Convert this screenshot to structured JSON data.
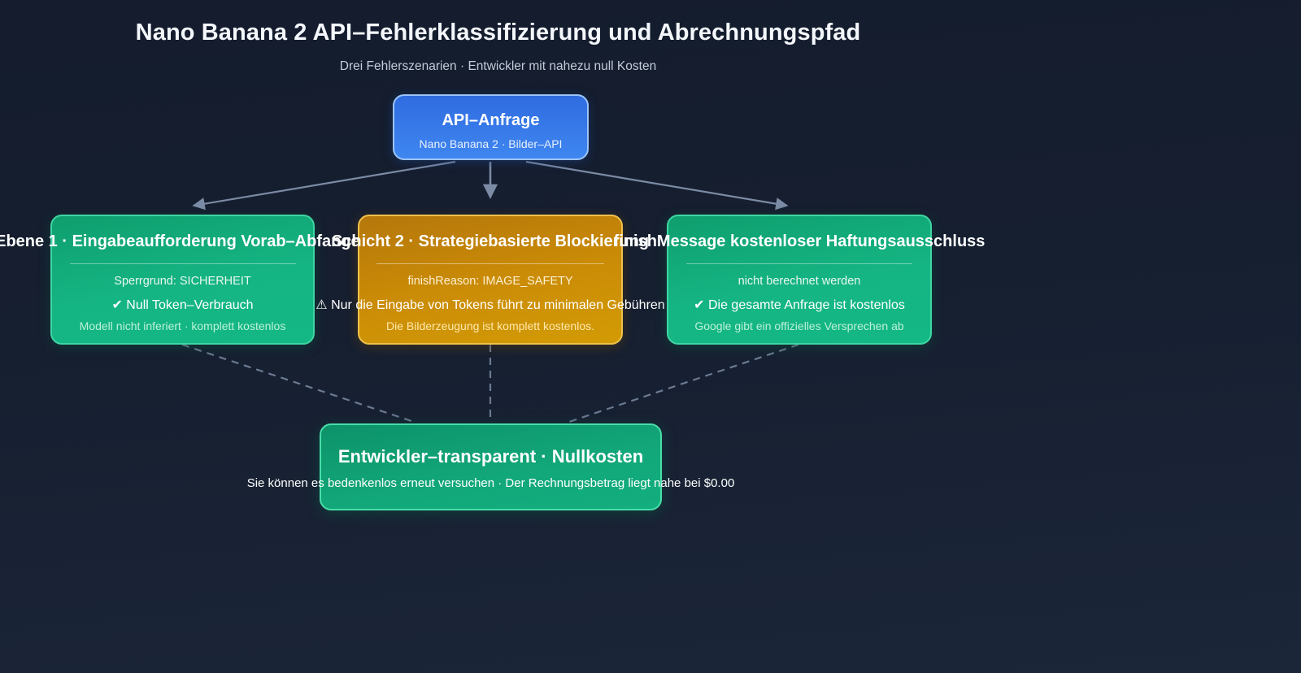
{
  "header": {
    "title": "Nano Banana 2 API–Fehlerklassifizierung und Abrechnungspfad",
    "subtitle": "Drei Fehlerszenarien · Entwickler mit nahezu null Kosten"
  },
  "colors": {
    "background_top": "#141c2d",
    "background_bottom": "#1b2639",
    "root_accent": "#3f86f0",
    "root_border": "#9cc4f7",
    "green_accent": "#14b884",
    "green_border": "#3fd6a3",
    "amber_accent": "#ca8b06",
    "amber_border": "#efc14c",
    "connector": "#7b8ba5",
    "dashed_connector": "#6a7a92"
  },
  "root": {
    "title": "API–Anfrage",
    "subtitle": "Nano Banana 2 · Bilder–API"
  },
  "branches": [
    {
      "id": "layer-1",
      "title": "Ebene 1 · Eingabeaufforderung Vorab–Abfangen",
      "line1": "Sperrgrund: SICHERHEIT",
      "line2": "✔ Null Token–Verbrauch",
      "line3": "Modell nicht inferiert · komplett kostenlos",
      "status": "green"
    },
    {
      "id": "layer-2",
      "title": "Schicht 2 · Strategiebasierte Blockierung",
      "line1": "finishReason: IMAGE_SAFETY",
      "line2": "⚠ Nur die Eingabe von Tokens führt zu minimalen Gebühren",
      "line3": "Die Bilderzeugung ist komplett kostenlos.",
      "status": "amber"
    },
    {
      "id": "layer-3",
      "title": "finishMessage kostenloser Haftungsausschluss",
      "line1": "nicht berechnet werden",
      "line2": "✔ Die gesamte Anfrage ist kostenlos",
      "line3": "Google gibt ein offizielles Versprechen ab",
      "status": "green"
    }
  ],
  "summary": {
    "title": "Entwickler–transparent · Nullkosten",
    "subtitle": "Sie können es bedenkenlos erneut versuchen · Der Rechnungsbetrag liegt nahe bei $0.00"
  }
}
